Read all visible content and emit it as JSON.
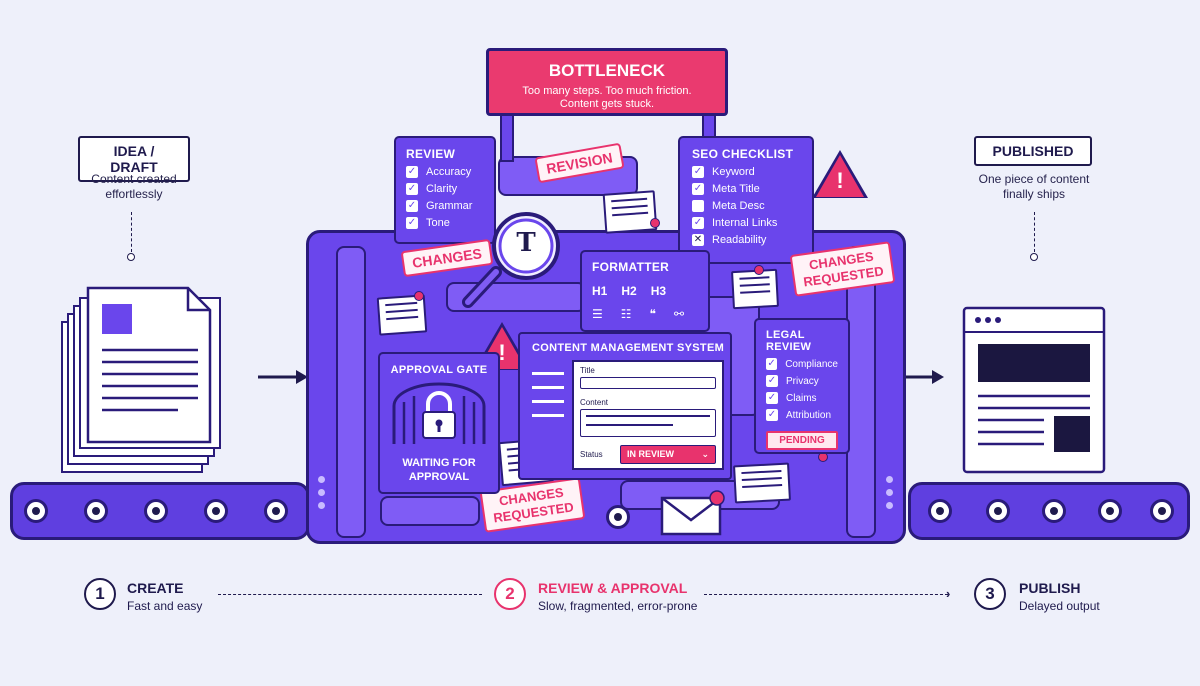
{
  "bottleneck": {
    "title": "BOTTLENECK",
    "line1": "Too many steps. Too much friction.",
    "line2": "Content gets stuck."
  },
  "idea": {
    "label": "IDEA / DRAFT",
    "caption1": "Content created",
    "caption2": "effortlessly"
  },
  "published": {
    "label": "PUBLISHED",
    "caption1": "One piece of content",
    "caption2": "finally ships"
  },
  "review": {
    "title": "REVIEW",
    "items": [
      "Accuracy",
      "Clarity",
      "Grammar",
      "Tone"
    ]
  },
  "seo": {
    "title": "SEO CHECKLIST",
    "items": [
      {
        "label": "Keyword",
        "state": "checked"
      },
      {
        "label": "Meta Title",
        "state": "checked"
      },
      {
        "label": "Meta Desc",
        "state": "empty"
      },
      {
        "label": "Internal Links",
        "state": "checked"
      },
      {
        "label": "Readability",
        "state": "crossed"
      }
    ]
  },
  "formatter": {
    "title": "FORMATTER",
    "h1": "H1",
    "h2": "H2",
    "h3": "H3"
  },
  "legal": {
    "title": "LEGAL REVIEW",
    "items": [
      "Compliance",
      "Privacy",
      "Claims",
      "Attribution"
    ],
    "status": "PENDING"
  },
  "approval_gate": {
    "title": "APPROVAL GATE",
    "waiting1": "WAITING FOR",
    "waiting2": "APPROVAL"
  },
  "cms": {
    "title": "CONTENT MANAGEMENT SYSTEM",
    "title_label": "Title",
    "content_label": "Content",
    "status_label": "Status",
    "status_value": "IN REVIEW"
  },
  "stamps": {
    "revision": "REVISION",
    "changes": "CHANGES",
    "changes_requested_1": "CHANGES",
    "changes_requested_2": "REQUESTED"
  },
  "magnifier_letter": "T",
  "steps": [
    {
      "num": "1",
      "title": "CREATE",
      "sub": "Fast and easy"
    },
    {
      "num": "2",
      "title": "REVIEW & APPROVAL",
      "sub": "Slow, fragmented, error-prone"
    },
    {
      "num": "3",
      "title": "PUBLISH",
      "sub": "Delayed output"
    }
  ],
  "colors": {
    "purple": "#6a46ec",
    "dark": "#2a1b7a",
    "accent": "#e8336d",
    "background": "#eef0fa"
  },
  "icons": [
    "document-stack-icon",
    "browser-window-icon",
    "lock-icon",
    "magnifier-icon",
    "warning-icon",
    "envelope-icon",
    "sticky-note-icon",
    "arrow-right-icon"
  ]
}
